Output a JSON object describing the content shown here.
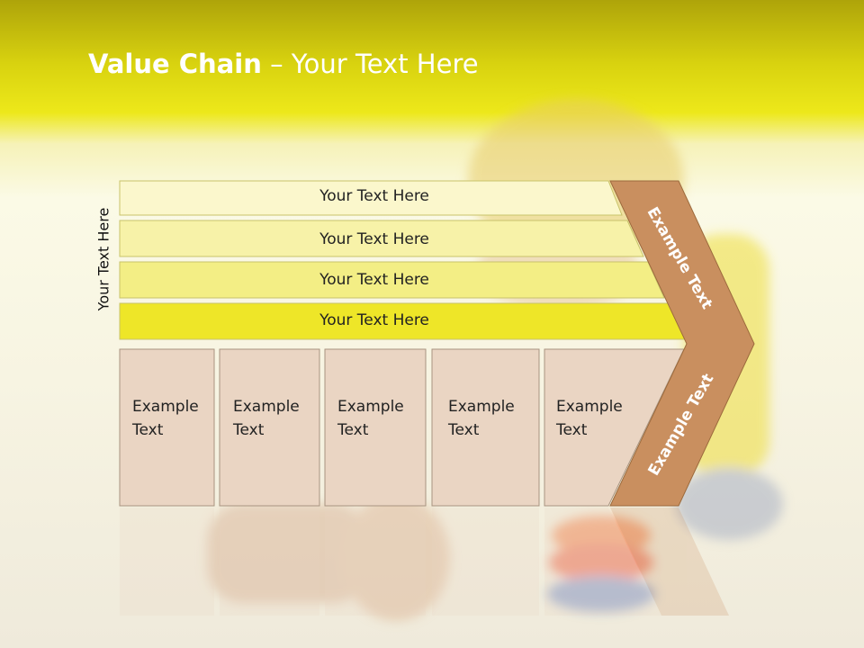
{
  "title": {
    "bold": "Value Chain",
    "rest": " – Your Text Here"
  },
  "side_label": "Your Text Here",
  "bands": [
    "Your Text Here",
    "Your Text Here",
    "Your Text Here",
    "Your Text Here"
  ],
  "columns": [
    {
      "line1": "Example",
      "line2": "Text"
    },
    {
      "line1": "Example",
      "line2": "Text"
    },
    {
      "line1": "Example",
      "line2": "Text"
    },
    {
      "line1": "Example",
      "line2": "Text"
    },
    {
      "line1": "Example",
      "line2": "Text"
    }
  ],
  "chevron": {
    "upper": "Example Text",
    "lower": "Example Text"
  },
  "colors": {
    "band1": "#fbf7cc",
    "band2": "#f7f2a8",
    "band3": "#f3ee85",
    "band4": "#eee628",
    "column": "#ead5c3",
    "chevron": "#c98f5f"
  }
}
